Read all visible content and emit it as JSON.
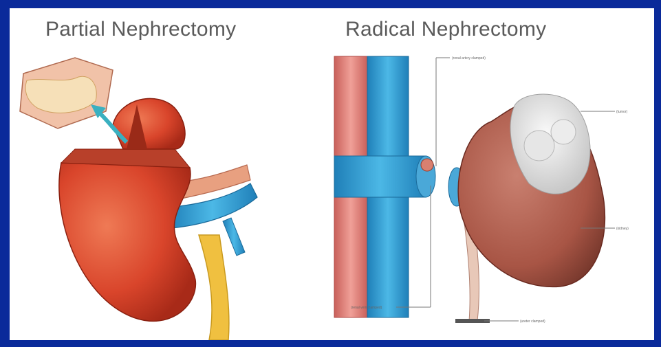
{
  "titles": {
    "partial": "Partial Nephrectomy",
    "radical": "Radical Nephrectomy"
  },
  "labels": {
    "renal_artery_top": "(renal artery clamped)",
    "tumor": "(tumor)",
    "kidney": "(kidney)",
    "renal_vein": "(renal vein clamped)",
    "ureter": "(ureter clamped)"
  },
  "colors": {
    "frame": "#0a2a9a",
    "kidney": "#d9452b",
    "vein": "#3a9fd0",
    "artery": "#e0857a",
    "ureter": "#f0c040"
  }
}
